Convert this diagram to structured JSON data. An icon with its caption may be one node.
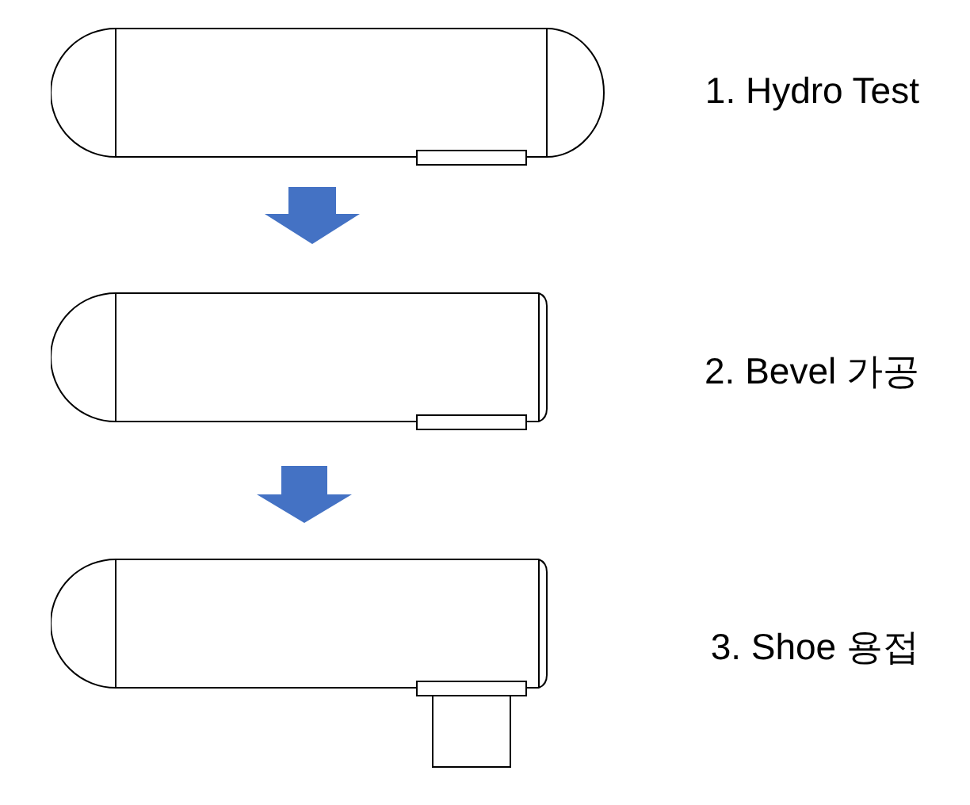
{
  "diagram": {
    "nodes": [
      {
        "text": [],
        "shape": "picture"
      },
      {
        "text": [],
        "shape": "picture"
      },
      {
        "text": [],
        "shape": "picture"
      }
    ],
    "edges": [
      {
        "from": 0,
        "to": 1,
        "arrow": "to",
        "style": "thick",
        "color": "#4472c4"
      },
      {
        "from": 1,
        "to": 2,
        "arrow": "to",
        "style": "thick",
        "color": "#4472c4"
      }
    ],
    "labels": [
      "1. Hydro Test",
      "2. Bevel 가공",
      "3. Shoe 용접"
    ]
  }
}
